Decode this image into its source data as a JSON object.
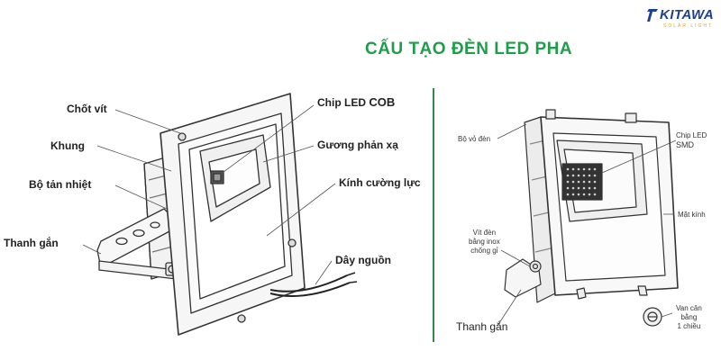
{
  "header": {
    "title": "CẤU TẠO ĐÈN LED PHA",
    "brand": "KITAWA",
    "brand_sub": "SOLAR LIGHT",
    "brand_color": "#1f3f8f",
    "title_color": "#1e9e4a"
  },
  "left_diagram": {
    "labels": {
      "chot_vit": "Chốt vít",
      "khung": "Khung",
      "bo_tan_nhiet": "Bộ tản nhiệt",
      "thanh_gan": "Thanh gắn",
      "chip_led": "Chip LED",
      "chip_cob": "COB",
      "guong": "Gương phản xạ",
      "kinh": "Kính cường lực",
      "day_nguon": "Dây nguồn"
    }
  },
  "right_diagram": {
    "labels": {
      "bo_vo": "Bộ vỏ đèn",
      "chip_led": "Chip LED",
      "chip_smd": "SMD",
      "mat_kinh": "Mặt kính",
      "vit_den_1": "Vít đèn",
      "vit_den_2": "bằng inox",
      "vit_den_3": "chống gỉ",
      "thanh_gan": "Thanh gắn",
      "van_1": "Van cân",
      "van_2": "bằng",
      "van_3": "1 chiều"
    }
  }
}
